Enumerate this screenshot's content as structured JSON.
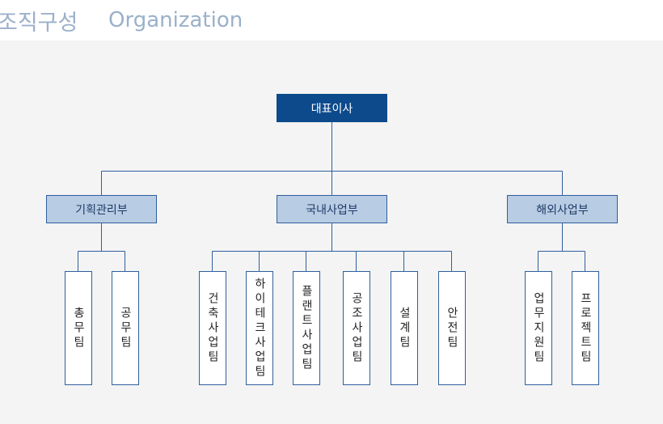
{
  "header": {
    "title_ko": "조직구성",
    "title_en": "Organization"
  },
  "org": {
    "ceo": "대표이사",
    "departments": [
      {
        "name": "기획관리부",
        "teams": [
          "총무팀",
          "공무팀"
        ]
      },
      {
        "name": "국내사업부",
        "teams": [
          "건축사업팀",
          "하이테크사업팀",
          "플랜트사업팀",
          "공조사업팀",
          "설계팀",
          "안전팀"
        ]
      },
      {
        "name": "해외사업부",
        "teams": [
          "업무지원팀",
          "프로젝트팀"
        ]
      }
    ]
  },
  "colors": {
    "ceo_bg": "#0d4a8c",
    "dept_bg": "#b8cce4",
    "line": "#2f5f9e",
    "title": "#9bb0cb",
    "panel_bg": "#f4f4f4"
  }
}
